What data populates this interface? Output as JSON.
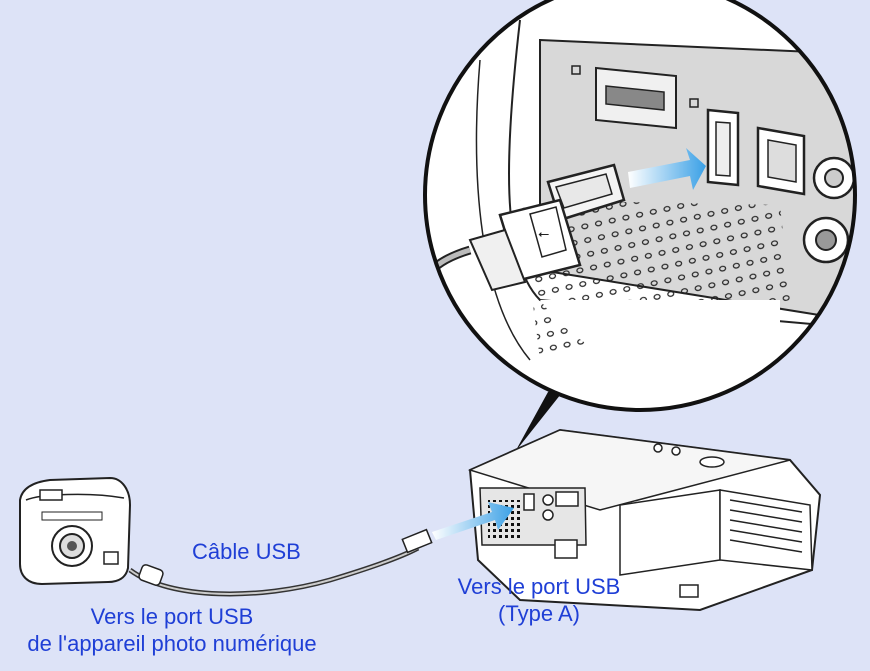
{
  "labels": {
    "cable": "Câble USB",
    "projector_port_line1": "Vers le port USB",
    "projector_port_line2": "(Type A)",
    "camera_port_line1": "Vers le port USB",
    "camera_port_line2": "de l'appareil photo numérique"
  },
  "colors": {
    "background": "#dde3f7",
    "label_text": "#1f3fd6",
    "arrow": "#3aa0e6"
  }
}
